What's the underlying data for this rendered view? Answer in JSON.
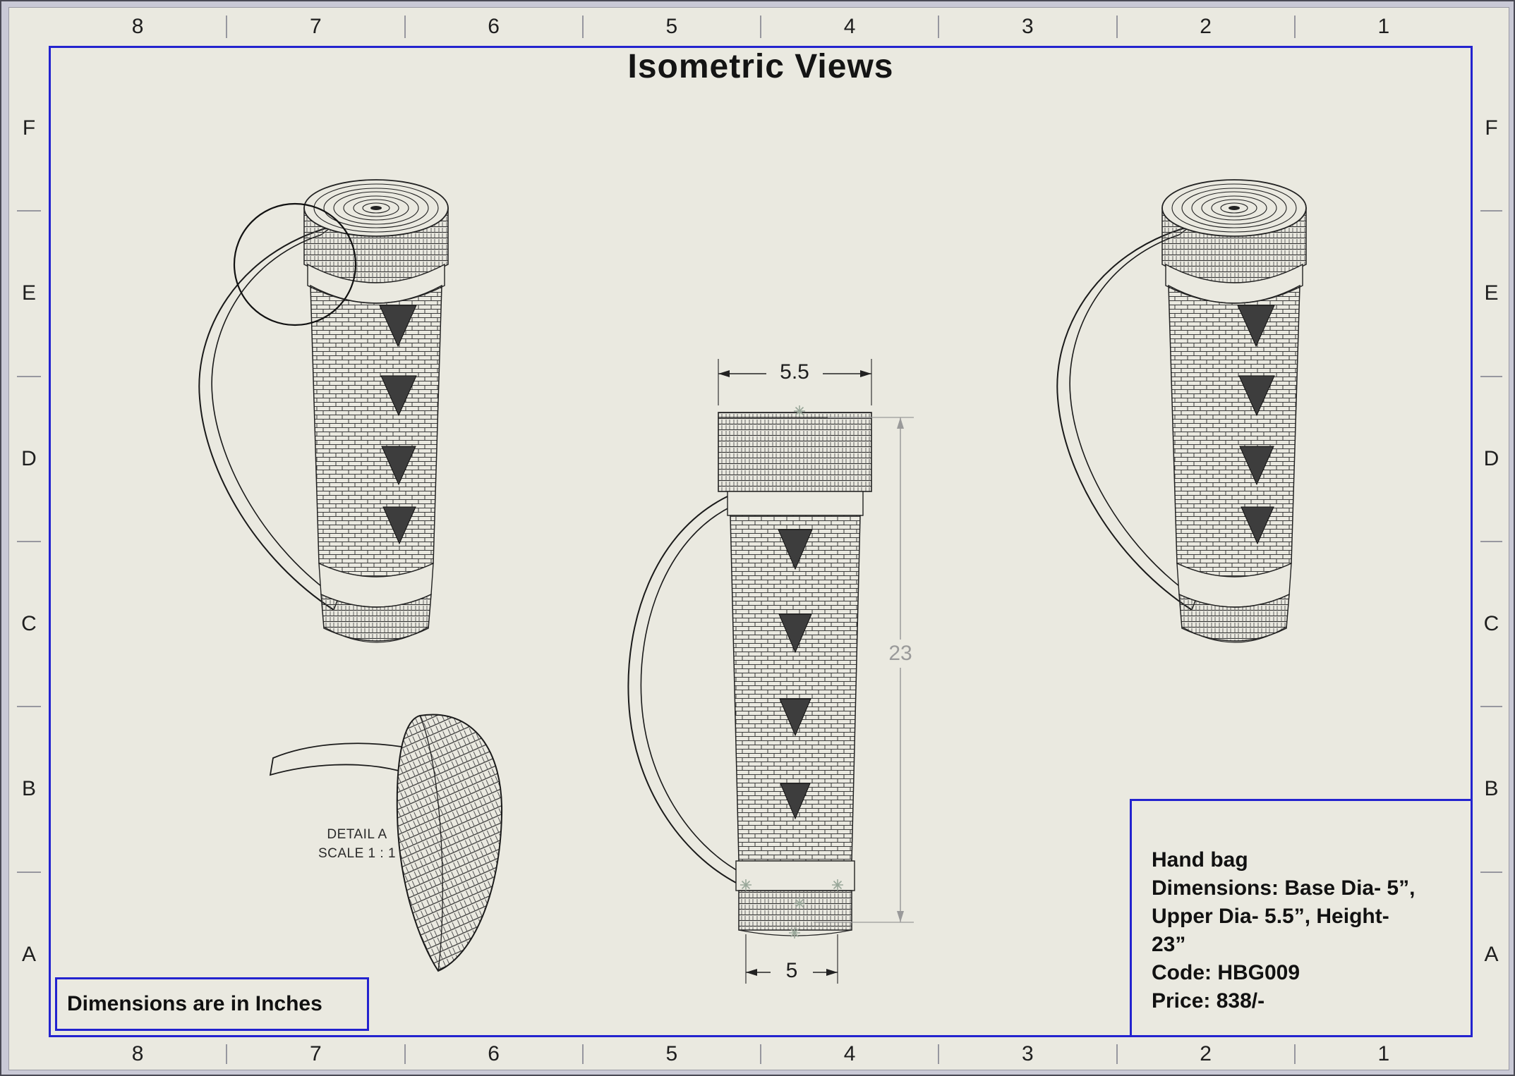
{
  "sheet": {
    "title": "Isometric Views",
    "note": "Dimensions are in Inches",
    "columns": [
      "8",
      "7",
      "6",
      "5",
      "4",
      "3",
      "2",
      "1"
    ],
    "rows": [
      "F",
      "E",
      "D",
      "C",
      "B",
      "A"
    ]
  },
  "detail_label": {
    "name": "DETAIL A",
    "scale": "SCALE 1 : 1"
  },
  "dimensions": {
    "upper_dia": "5.5",
    "height": "23",
    "base_dia": "5"
  },
  "spec_box": {
    "lines": [
      "Hand bag",
      "Dimensions: Base Dia- 5”,",
      "Upper Dia- 5.5”, Height-",
      "23”",
      "Code: HBG009",
      "Price: 838/-"
    ]
  },
  "colors": {
    "frame_blue": "#2323cf",
    "paper": "#eae9e0",
    "outer_margin": "#c9c9d6",
    "ink": "#1a1a1a",
    "dim_gray": "#9a9a9a"
  }
}
